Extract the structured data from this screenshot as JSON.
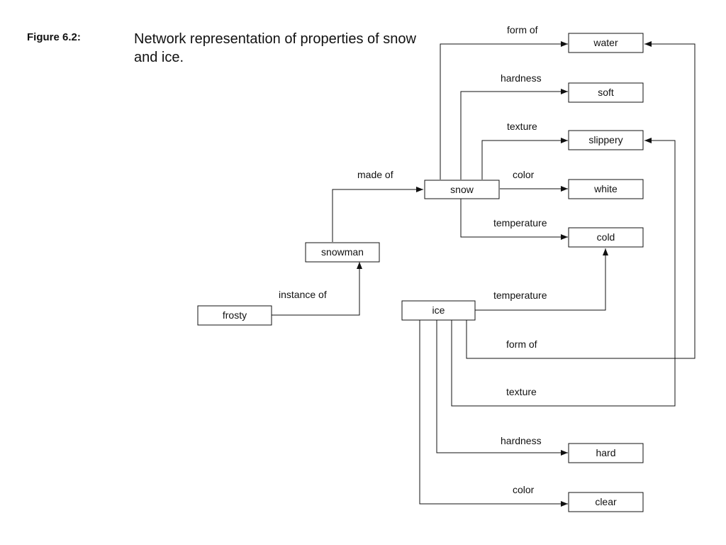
{
  "figure": {
    "number": "Figure 6.2:",
    "caption": "Network representation of properties of snow and ice."
  },
  "nodes": {
    "water": "water",
    "soft": "soft",
    "slippery": "slippery",
    "white": "white",
    "cold": "cold",
    "snow": "snow",
    "snowman": "snowman",
    "frosty": "frosty",
    "ice": "ice",
    "hard": "hard",
    "clear": "clear"
  },
  "edges": {
    "frosty_snowman": "instance of",
    "snowman_snow": "made of",
    "snow_water": "form of",
    "snow_soft": "hardness",
    "snow_slippery": "texture",
    "snow_white": "color",
    "snow_cold": "temperature",
    "ice_cold": "temperature",
    "ice_water": "form of",
    "ice_slippery": "texture",
    "ice_hard": "hardness",
    "ice_clear": "color"
  }
}
